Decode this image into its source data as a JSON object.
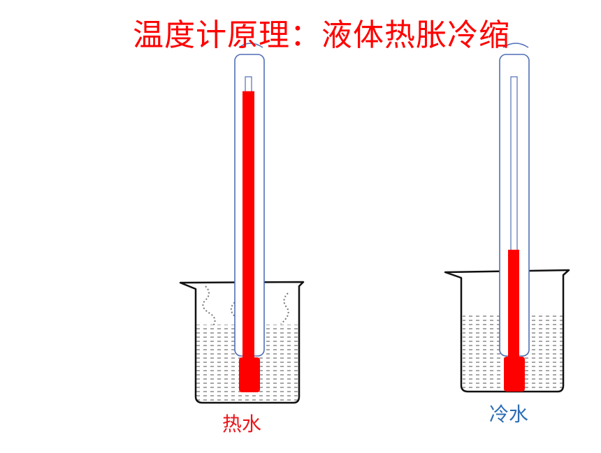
{
  "title": "温度计原理：液体热胀冷缩",
  "labels": {
    "hot_water": "热水",
    "cold_water": "冷水"
  },
  "colors": {
    "title": "#ff0000",
    "liquid": "#ff0000",
    "tube_outline": "#4f6fb6",
    "hot_label": "#e8161b",
    "cold_label": "#2e6db5"
  },
  "thermometers": [
    {
      "name": "hot",
      "liquid_level": 0.95
    },
    {
      "name": "cold",
      "liquid_level": 0.4
    }
  ]
}
